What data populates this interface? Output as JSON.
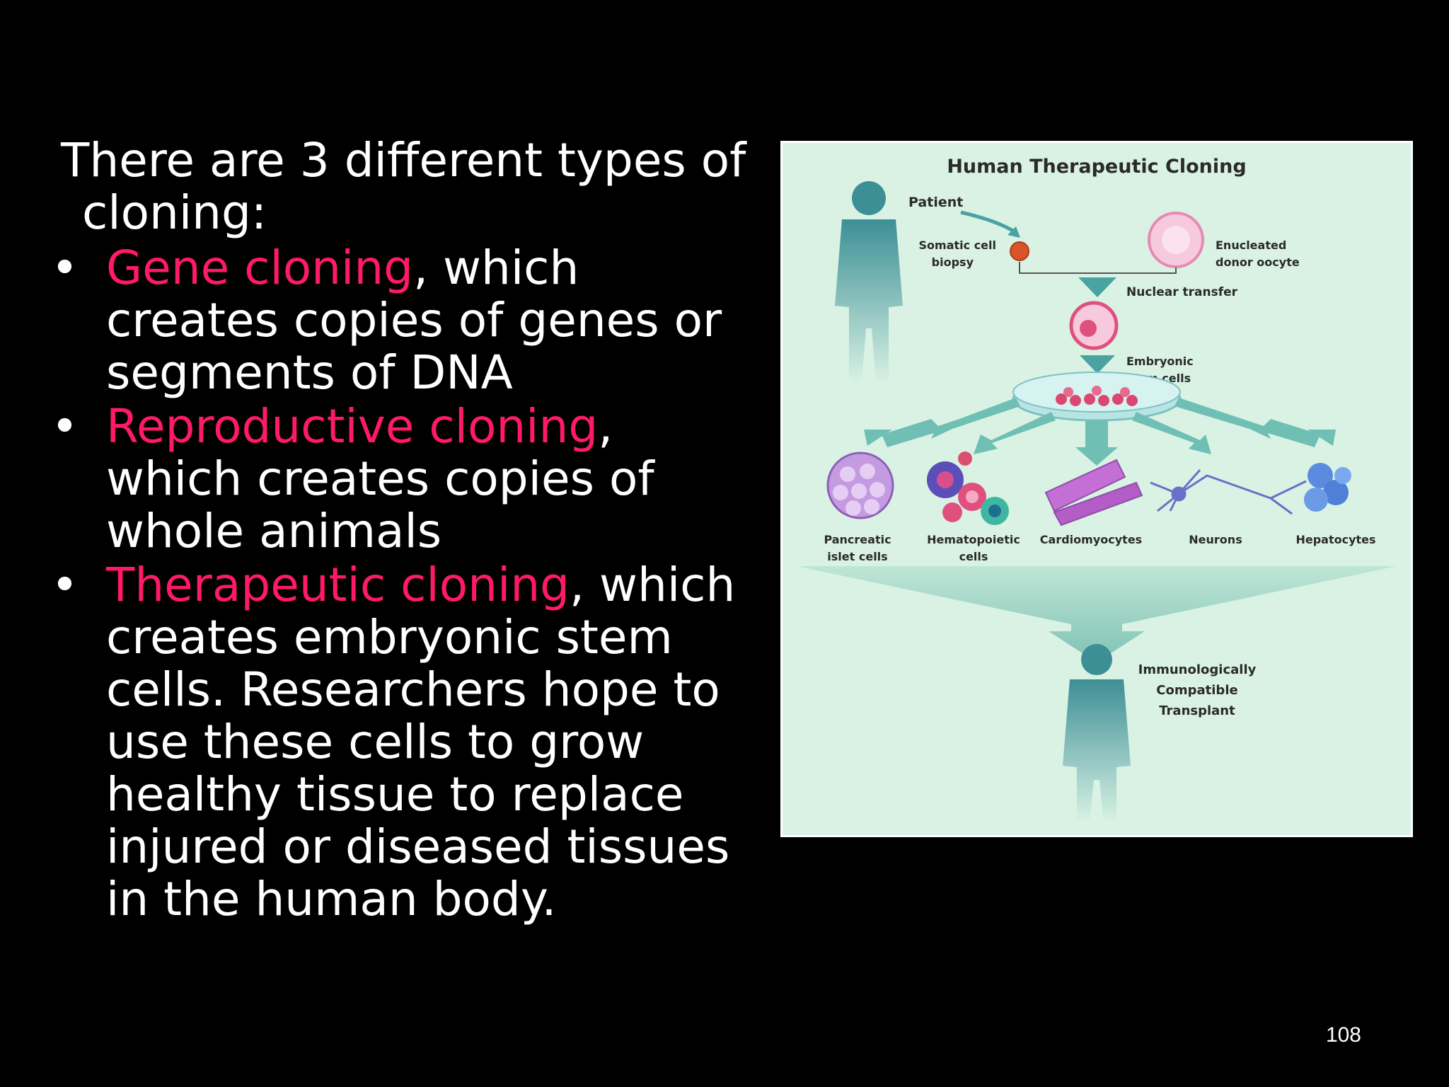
{
  "intro": "There are 3 different types of cloning:",
  "bullets": [
    {
      "highlight": "Gene cloning",
      "rest": ", which creates copies of genes or segments of DNA"
    },
    {
      "highlight": "Reproductive cloning",
      "rest": ", which creates copies of whole animals"
    },
    {
      "highlight": "Therapeutic cloning",
      "rest": ", which creates embryonic stem cells. Researchers hope to use these cells to grow healthy tissue to replace injured or diseased tissues in the human body."
    }
  ],
  "bullet_symbol": "•",
  "page_number": "108",
  "colors": {
    "background": "#000000",
    "text": "#ffffff",
    "highlight": "#ff1a66",
    "diagram_bg": "#d9f2e4",
    "figure": "#3d8f96"
  },
  "diagram": {
    "title": "Human Therapeutic Cloning",
    "patient": "Patient",
    "somatic_1": "Somatic cell",
    "somatic_2": "biopsy",
    "enucleated_1": "Enucleated",
    "enucleated_2": "donor oocyte",
    "nuclear_transfer": "Nuclear transfer",
    "embryonic_1": "Embryonic",
    "embryonic_2": "stem cells",
    "pancreatic_1": "Pancreatic",
    "pancreatic_2": "islet cells",
    "hemato_1": "Hematopoietic",
    "hemato_2": "cells",
    "cardio": "Cardiomyocytes",
    "neurons": "Neurons",
    "hepatocytes": "Hepatocytes",
    "transplant_1": "Immunologically",
    "transplant_2": "Compatible",
    "transplant_3": "Transplant"
  }
}
